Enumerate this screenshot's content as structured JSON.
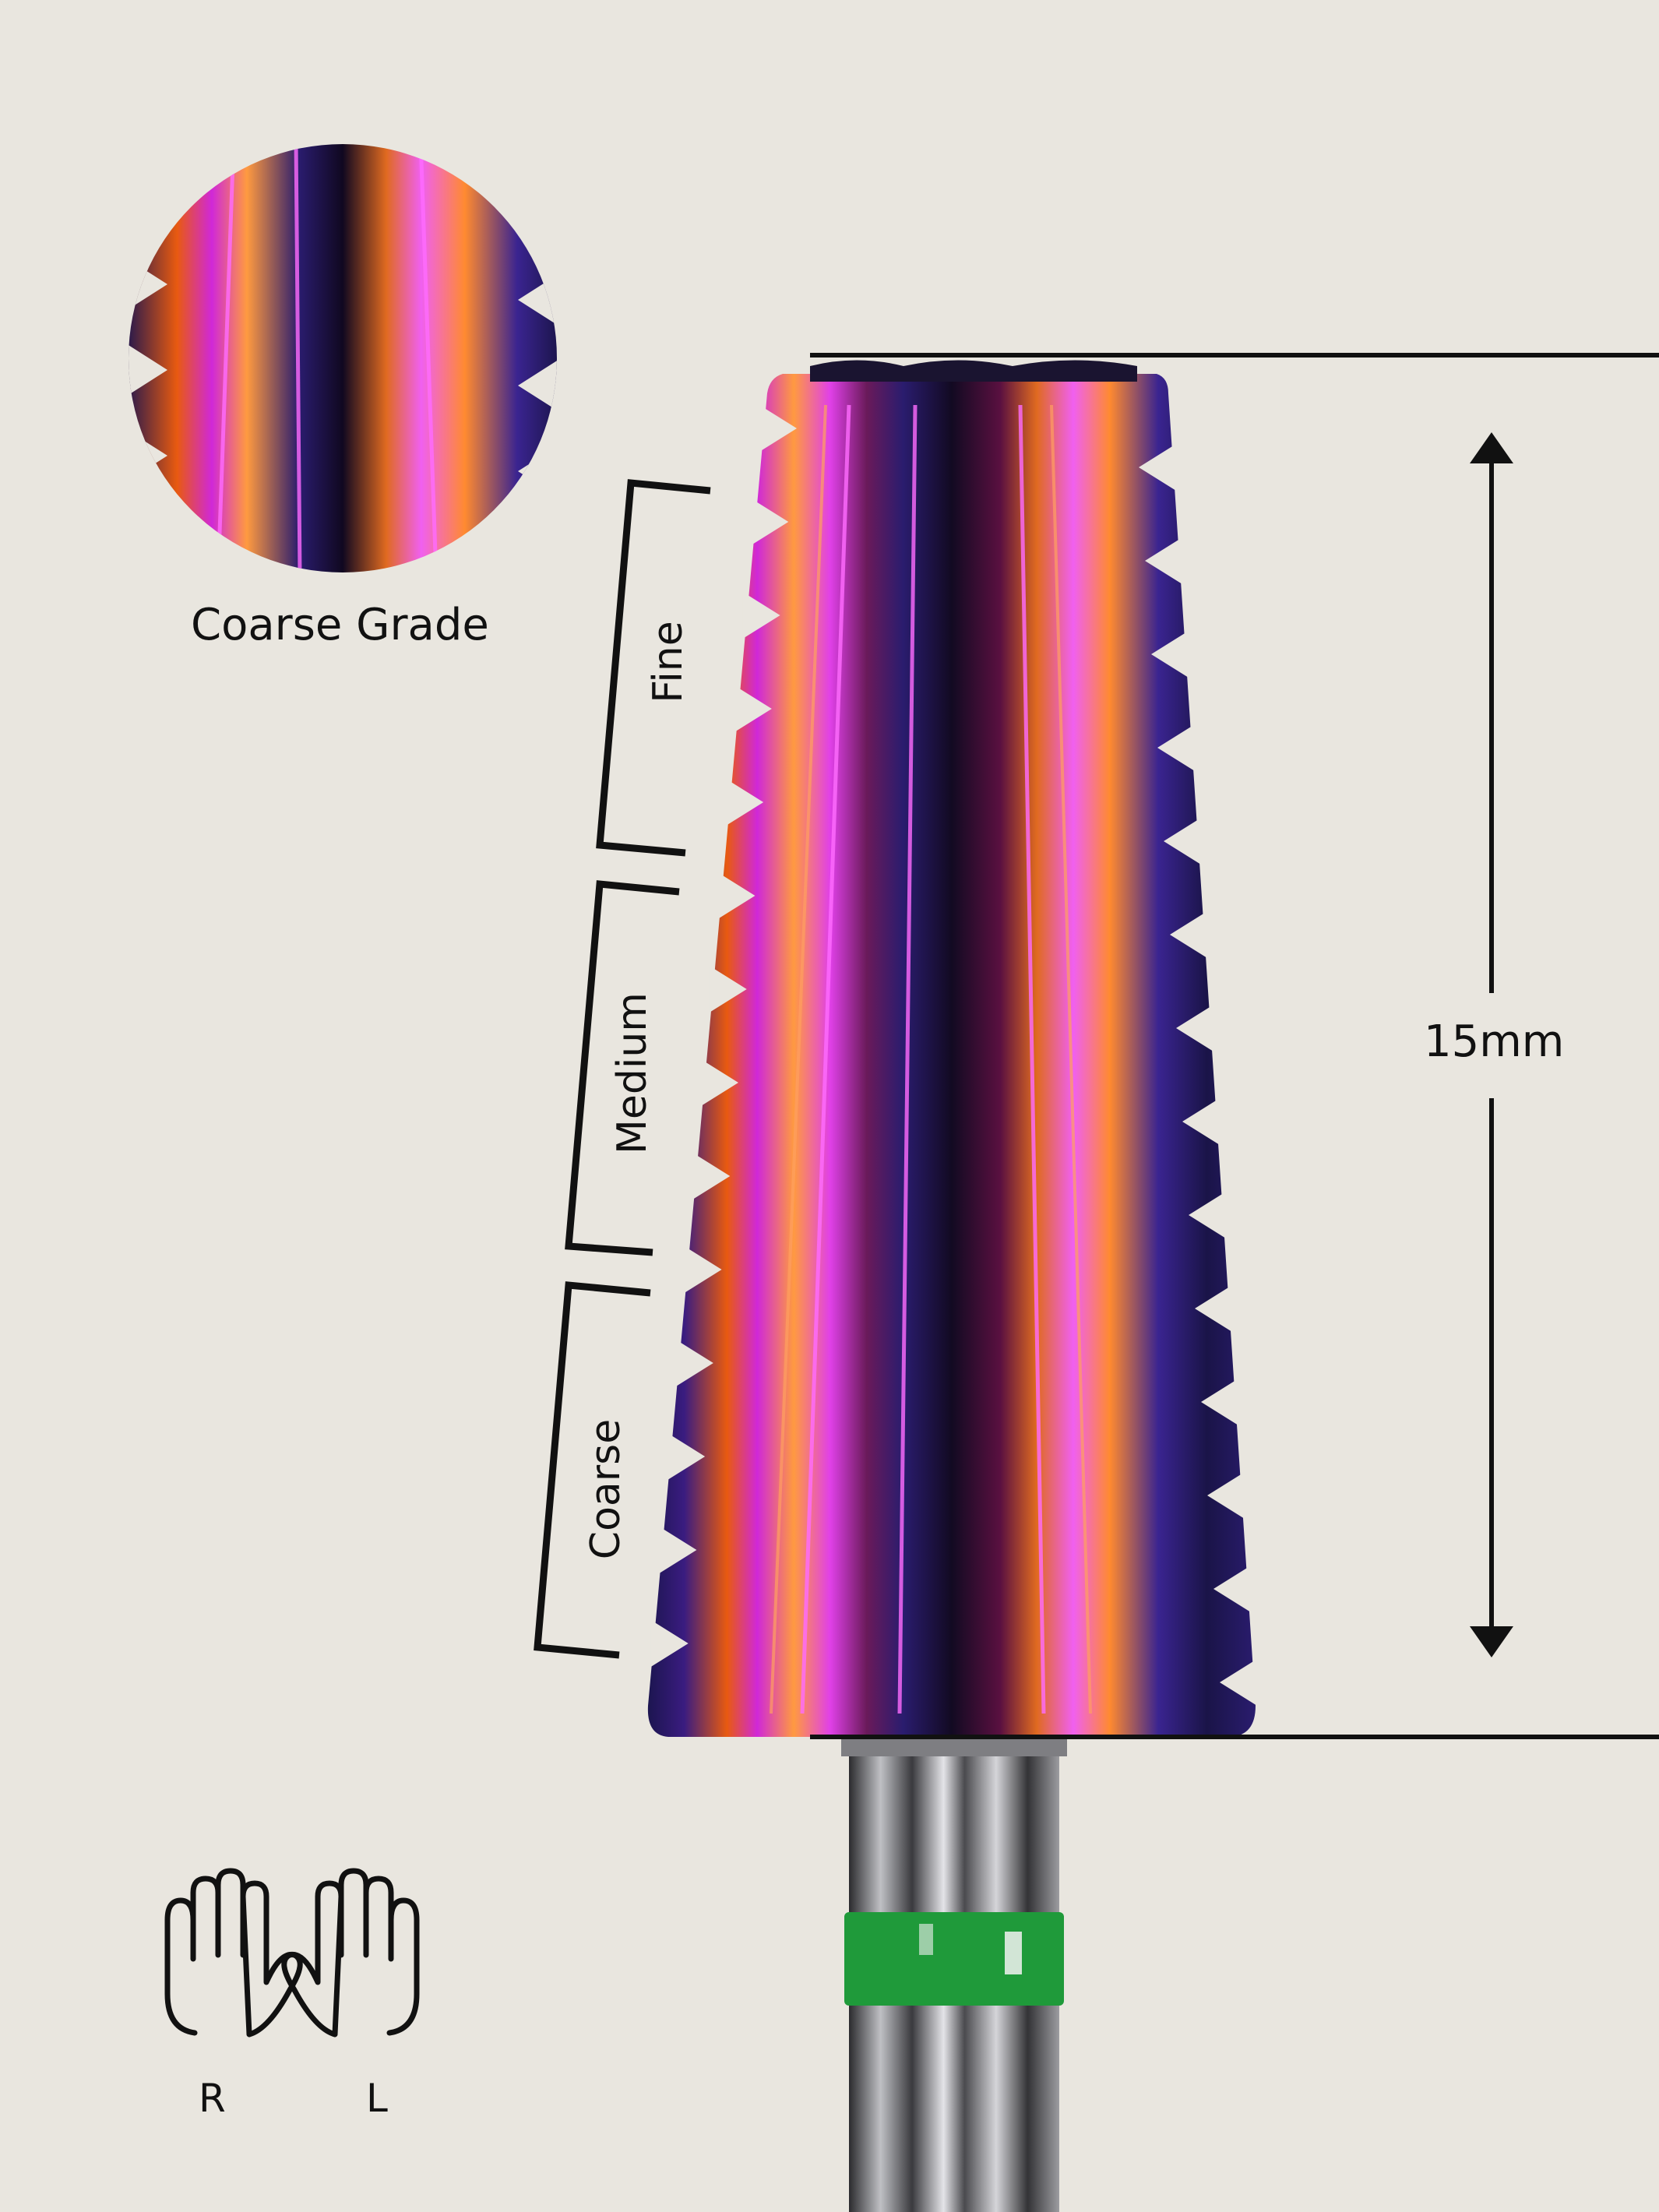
{
  "inset": {
    "caption": "Coarse Grade"
  },
  "grit_zones": [
    {
      "label": "Fine"
    },
    {
      "label": "Medium"
    },
    {
      "label": "Coarse"
    }
  ],
  "dimension": {
    "label": "15mm"
  },
  "hands": {
    "right_label": "R",
    "left_label": "L"
  },
  "colors": {
    "background": "#e9e6df",
    "line": "#111111",
    "bit_purple": "#2a1c6e",
    "bit_magenta": "#d028d8",
    "bit_orange": "#e85a10",
    "shank_steel": "#8a8a8e",
    "band_green": "#1f9a3a"
  },
  "icons": [
    "right-hand-icon",
    "left-hand-icon",
    "double-arrow-icon"
  ]
}
